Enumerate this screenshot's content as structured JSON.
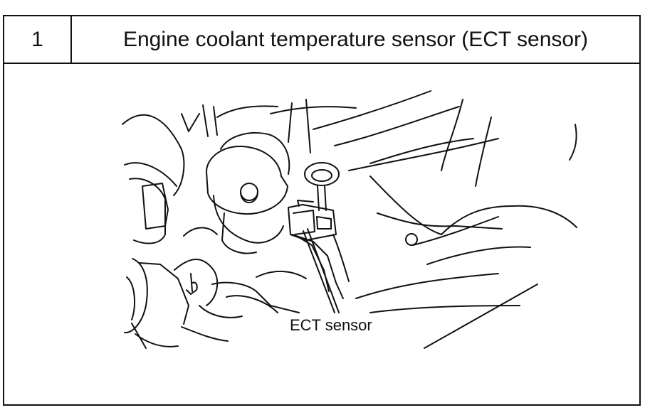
{
  "step": {
    "number": "1",
    "title": "Engine coolant temperature sensor (ECT sensor)"
  },
  "figure": {
    "callout_label": "ECT sensor"
  }
}
